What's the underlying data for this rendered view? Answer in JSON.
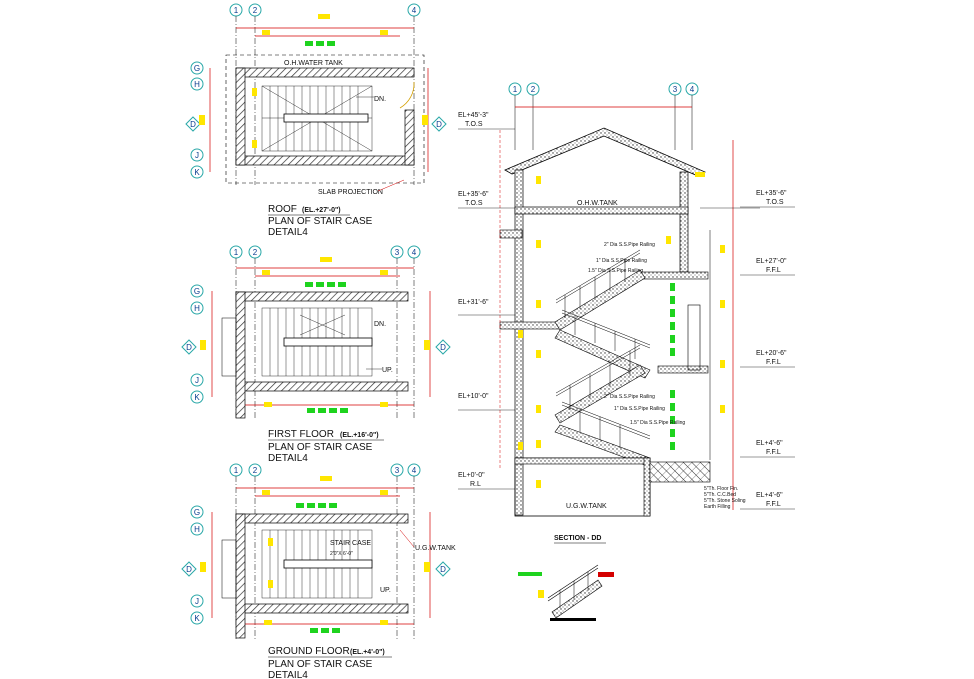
{
  "colors": {
    "outline": "#000000",
    "dimension": "#d40000",
    "grid_bubble": "#2aa8a8",
    "marker_yellow": "#ffe600",
    "marker_green": "#1ed31e",
    "hatch": "#555555"
  },
  "plans": {
    "roof": {
      "title": "ROOF",
      "elevation": "(EL.+27'-0\")",
      "caption1": "PLAN OF STAIR CASE",
      "caption2": "DETAIL4",
      "tank_label": "O.H.WATER TANK",
      "dn_label": "DN.",
      "slab_label": "SLAB PROJECTION"
    },
    "first": {
      "title": "FIRST FLOOR",
      "elevation": "(EL.+16'-0\")",
      "caption1": "PLAN OF STAIR CASE",
      "caption2": "DETAIL4",
      "dn_label": "DN.",
      "up_label": "UP."
    },
    "ground": {
      "title": "GROUND FLOOR",
      "elevation": "(EL.+4'-0\")",
      "caption1": "PLAN OF STAIR CASE",
      "caption2": "DETAIL4",
      "stair_label": "STAIR CASE",
      "stair_size": "2'0\"X 6'-0\"",
      "up_label": "UP.",
      "ugt_label": "U.G.W.TANK"
    }
  },
  "grids": {
    "columns": [
      "1",
      "2",
      "3",
      "4"
    ],
    "rows": [
      "G",
      "H",
      "D",
      "J",
      "K"
    ]
  },
  "section": {
    "title": "SECTION - DD",
    "ohw_label": "O.H.W.TANK",
    "ugw_label": "U.G.W.TANK",
    "levels_left": [
      {
        "el": "EL+45'-3\"",
        "name": "T.O.S"
      },
      {
        "el": "EL+35'-6\"",
        "name": "T.O.S"
      },
      {
        "el": "EL+31'-6\"",
        "name": ""
      },
      {
        "el": "EL+10'-0\"",
        "name": ""
      },
      {
        "el": "EL+0'-0\"",
        "name": "R.L"
      }
    ],
    "levels_right": [
      {
        "el": "EL+35'-6\"",
        "name": "T.O.S"
      },
      {
        "el": "EL+27'-0\"",
        "name": "F.F.L"
      },
      {
        "el": "EL+20'-6\"",
        "name": "F.F.L"
      },
      {
        "el": "EL+4'-6\"",
        "name": "F.F.L"
      },
      {
        "el": "EL+4'-6\"",
        "name": "F.F.L"
      }
    ],
    "railing_notes": [
      "2\" Dia S.S.Pipe Railing",
      "1\" Dia S.S.Pipe Railing",
      "1.5\" Dia S.S.Pipe Railing"
    ],
    "floor_layers": [
      "5\"Th. Floor Fin.",
      "5\"Th. C.C.Bed",
      "5\"Th. Stone Soling",
      "Earth Filling"
    ]
  }
}
